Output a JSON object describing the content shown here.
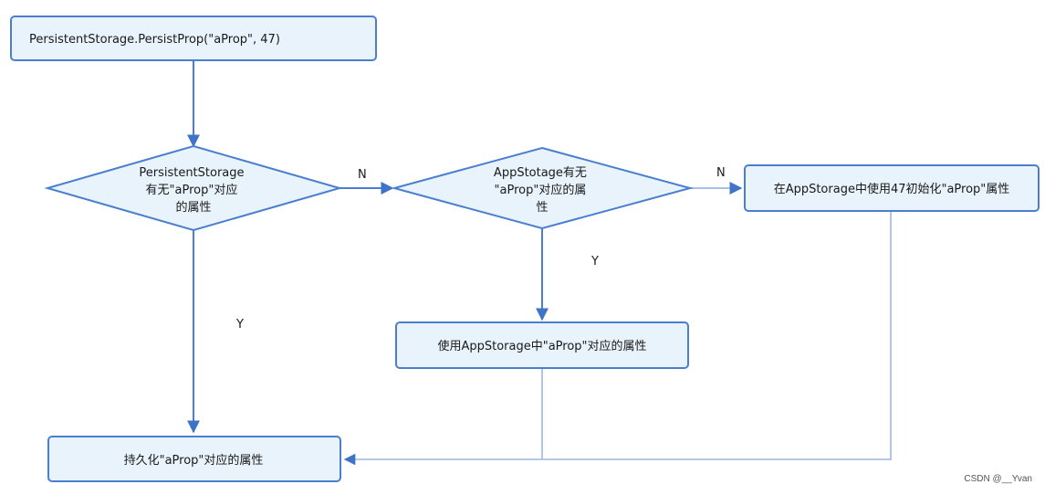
{
  "nodes": {
    "start": {
      "text": "PersistentStorage.PersistProp(\"aProp\", 47)"
    },
    "decision_persistent": {
      "lines": [
        "PersistentStorage",
        "有无\"aProp\"对应",
        "的属性"
      ]
    },
    "decision_app": {
      "lines": [
        "AppStotage有无",
        "\"aProp\"对应的属",
        "性"
      ]
    },
    "init_app": {
      "text": "在AppStorage中使用47初始化\"aProp\"属性"
    },
    "use_app": {
      "text": "使用AppStorage中\"aProp\"对应的属性"
    },
    "persist": {
      "text": "持久化\"aProp\"对应的属性"
    }
  },
  "edge_labels": {
    "persistent_no": "N",
    "persistent_yes": "Y",
    "app_no": "N",
    "app_yes": "Y"
  },
  "watermark": "CSDN @__Yvan",
  "colors": {
    "node_fill": "#e8f3fb",
    "node_stroke": "#4a7fd0",
    "edge": "#4a7fd0",
    "arrowhead": "#3f73c8",
    "secondary_edge": "#a9bfe8"
  }
}
